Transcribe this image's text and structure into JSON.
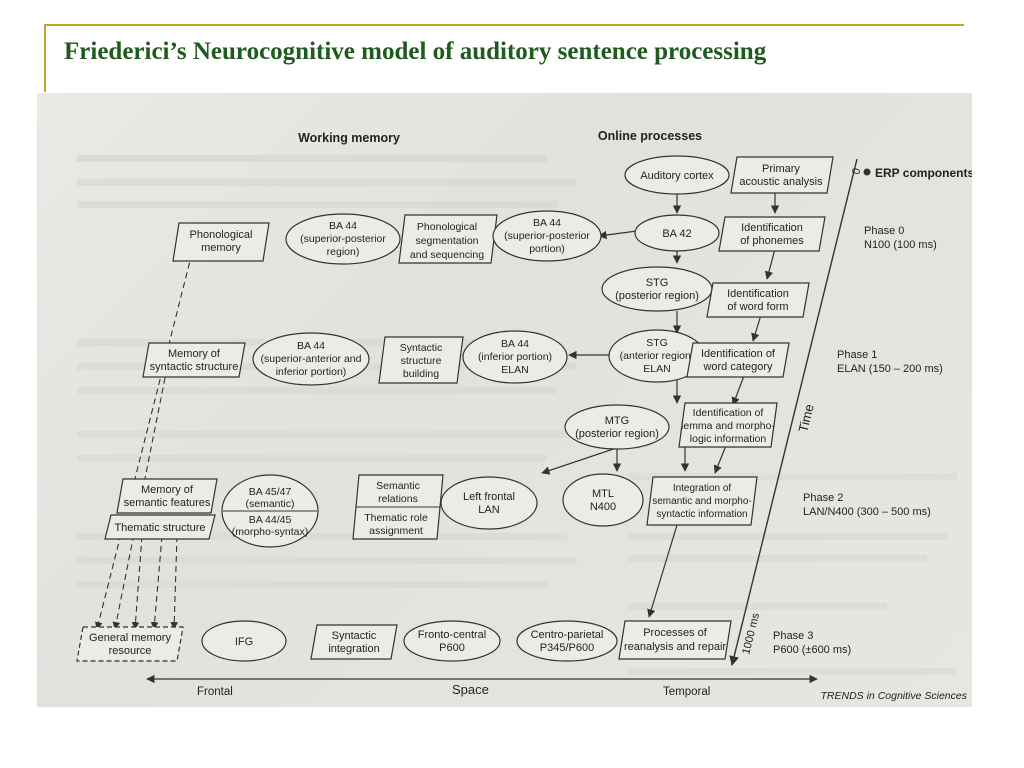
{
  "slide": {
    "title": "Friederici’s Neurocognitive model of auditory sentence processing"
  },
  "diagram": {
    "headers": {
      "working_memory": "Working memory",
      "online_processes": "Online processes",
      "erp_components": "ERP components"
    },
    "nodes": {
      "phonological_memory": [
        "Phonological",
        "memory"
      ],
      "ba44_sup_post_region": [
        "BA 44",
        "(superior-posterior",
        "region)"
      ],
      "phon_segmentation": [
        "Phonological",
        "segmentation",
        "and sequencing"
      ],
      "ba44_sup_post_portion": [
        "BA 44",
        "(superior-posterior",
        "portion)"
      ],
      "auditory_cortex": [
        "Auditory cortex"
      ],
      "primary_acoustic": [
        "Primary",
        "acoustic analysis"
      ],
      "ba42": [
        "BA 42"
      ],
      "identification_phonemes": [
        "Identification",
        "of phonemes"
      ],
      "stg_posterior": [
        "STG",
        "(posterior region)"
      ],
      "identification_word_form": [
        "Identification",
        "of word form"
      ],
      "memory_syntactic": [
        "Memory of",
        "syntactic structure"
      ],
      "ba44_sup_ant": [
        "BA 44",
        "(superior-anterior and",
        "inferior portion)"
      ],
      "syntactic_building": [
        "Syntactic",
        "structure",
        "building"
      ],
      "ba44_inferior": [
        "BA 44",
        "(inferior portion)",
        "ELAN"
      ],
      "stg_anterior": [
        "STG",
        "(anterior region)",
        "ELAN"
      ],
      "identification_word_category": [
        "Identification of",
        "word category"
      ],
      "mtg_posterior": [
        "MTG",
        "(posterior region)"
      ],
      "identification_lemma": [
        "Identification of",
        "lemma and morpho-",
        "logic information"
      ],
      "memory_semantic": [
        "Memory of",
        "semantic features"
      ],
      "thematic_structure": [
        "Thematic structure"
      ],
      "ba45_47": [
        "BA 45/47",
        "(semantic)"
      ],
      "ba44_45": [
        "BA 44/45",
        "(morpho-syntax)"
      ],
      "semantic_relations": [
        "Semantic",
        "relations"
      ],
      "thematic_role": [
        "Thematic role",
        "assignment"
      ],
      "left_frontal_lan": [
        "Left frontal",
        "LAN"
      ],
      "mtl_n400": [
        "MTL",
        "N400"
      ],
      "integration_semantic": [
        "Integration of",
        "semantic and morpho-",
        "syntactic information"
      ],
      "general_memory": [
        "General memory",
        "resource"
      ],
      "ifg": [
        "IFG"
      ],
      "syntactic_integration": [
        "Syntactic",
        "integration"
      ],
      "fronto_central": [
        "Fronto-central",
        "P600"
      ],
      "centro_parietal": [
        "Centro-parietal",
        "P345/P600"
      ],
      "reanalysis": [
        "Processes of",
        "reanalysis and repair"
      ]
    },
    "phases": [
      {
        "name": "Phase 0",
        "detail": "N100 (100 ms)"
      },
      {
        "name": "Phase 1",
        "detail": "ELAN (150 – 200 ms)"
      },
      {
        "name": "Phase 2",
        "detail": "LAN/N400 (300 – 500 ms)"
      },
      {
        "name": "Phase 3",
        "detail": "P600 (±600 ms)"
      }
    ],
    "time_axis": {
      "label": "Time",
      "start": "0",
      "end": "1000 ms"
    },
    "space_axis": {
      "label": "Space",
      "left": "Frontal",
      "right": "Temporal"
    },
    "credit": "TRENDS in Cognitive Sciences"
  }
}
